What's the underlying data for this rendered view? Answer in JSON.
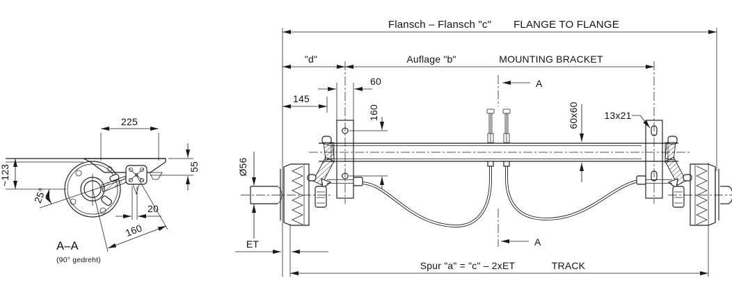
{
  "drawing": {
    "kind": "technical dimensional drawing",
    "subject": "braked trailer axle with rubber torsion suspension",
    "colors": {
      "line": "#1a1a1a",
      "background": "#ffffff"
    }
  },
  "labels": {
    "flange_de": "Flansch – Flansch \"c\"",
    "flange_en": "FLANGE TO FLANGE",
    "d": "\"d\"",
    "auflage_de": "Auflage \"b\"",
    "auflage_en": "MOUNTING BRACKET",
    "dim_145": "145",
    "dim_60": "60",
    "dim_160_bracket": "160",
    "dim_60x60": "60x60",
    "dim_13x21": "13x21",
    "section_a": "A",
    "phi_56": "Ø56",
    "et": "ET",
    "spur": "Spur \"a\" = \"c\" – 2xET",
    "track": "TRACK",
    "section_label": "A–A",
    "section_sublabel": "(90° gedreht)",
    "dim_225": "225",
    "dim_55": "55",
    "dim_123": "~123",
    "dim_25": "25°",
    "dim_20": "20",
    "dim_160_arm": "160"
  }
}
